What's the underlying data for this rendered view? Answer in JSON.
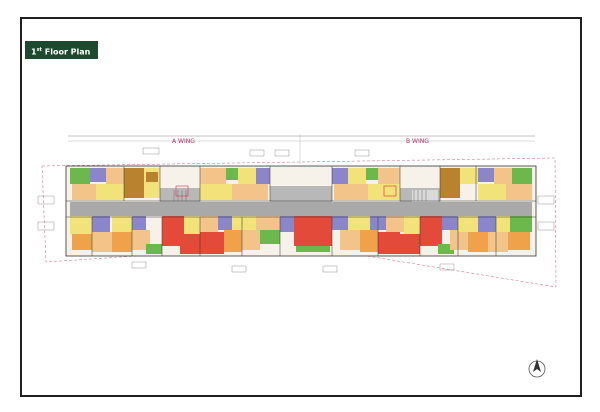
{
  "page": {
    "title_number": "1",
    "title_sup": "st",
    "title_rest": " Floor Plan"
  },
  "wings": {
    "a": "A WING",
    "b": "B WING"
  },
  "colors": {
    "badge_bg": "#1d4a2e",
    "corridor": "#a9a9a9",
    "bedroom_orange": "#f0a24b",
    "bedroom_red": "#e34a3a",
    "living_tan": "#f3c48a",
    "kitchen_yellow": "#f1e27a",
    "toilet_purple": "#8a86c9",
    "balcony_green": "#6cb84d",
    "master_brown": "#b9822e",
    "wall": "#333333",
    "site_boundary": "#d07aa0"
  },
  "icons": {
    "north_arrow": "north-arrow-icon"
  }
}
